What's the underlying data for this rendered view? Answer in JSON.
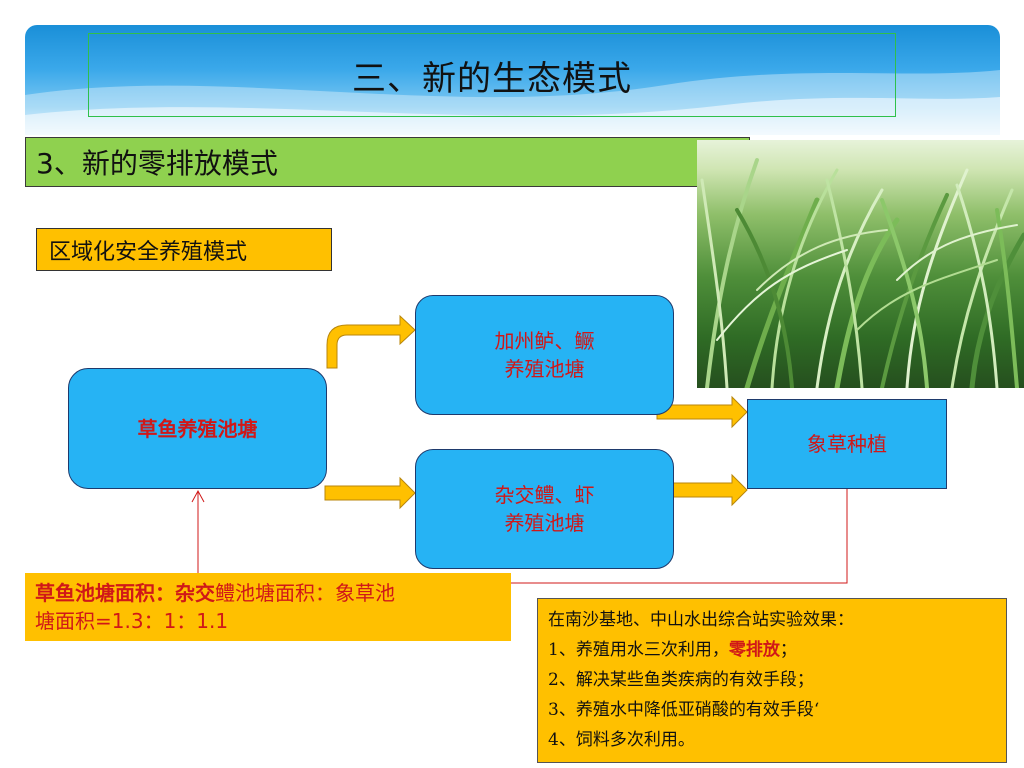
{
  "title": "三、新的生态模式",
  "subtitle": "3、新的零排放模式",
  "mode_label": "区域化安全养殖模式",
  "nodes": {
    "grass_carp": "草鱼养殖池塘",
    "perch_line1": "加州鲈、鳜",
    "perch_line2": "养殖池塘",
    "hybrid_line1": "杂交鳢、虾",
    "hybrid_line2": "养殖池塘",
    "elephant_grass": "象草种植"
  },
  "ratio": {
    "bold_part": "草鱼池塘面积：杂交",
    "rest_part": "鳢池塘面积：象草池",
    "line2": "塘面积=1.3：1：1.1"
  },
  "results": {
    "header": "在南沙基地、中山水出综合站实验效果：",
    "item1_prefix": "1、养殖用水三次利用，",
    "item1_highlight": "零排放",
    "item1_suffix": "；",
    "item2": "2、解决某些鱼类疾病的有效手段；",
    "item3": "3、养殖水中降低亚硝酸的有效手段‘",
    "item4": "4、饲料多次利用。"
  },
  "colors": {
    "node_fill": "#26b3f4",
    "node_text": "#d01818",
    "arrow_fill": "#ffc000",
    "box_fill": "#ffc000",
    "subtitle_fill": "#8fd14f",
    "connector": "#d01818"
  }
}
